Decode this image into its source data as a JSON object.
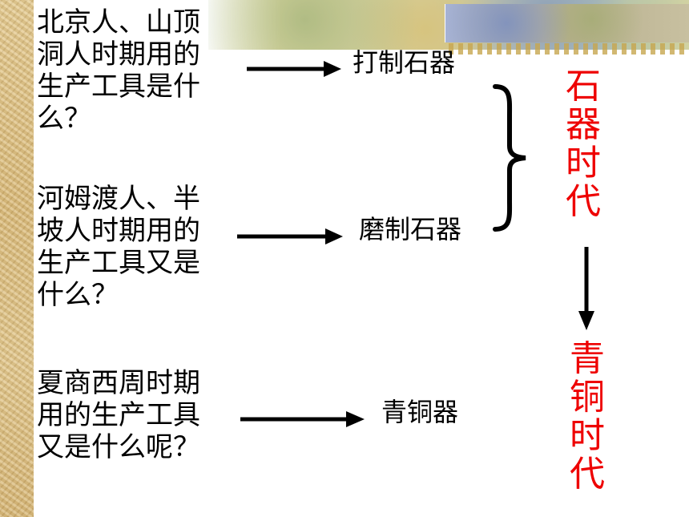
{
  "questions": [
    "北京人、山顶洞人时期用的生产工具是什么？",
    "河姆渡人、半坡人时期用的生产工具又是什么？",
    "夏商西周时期用的生产工具又是什么呢？"
  ],
  "answers": [
    "打制石器",
    "磨制石器",
    "青铜器"
  ],
  "eras": [
    "石器时代",
    "青铜时代"
  ],
  "colors": {
    "era_text": "#ee0000",
    "body_text": "#000000"
  }
}
